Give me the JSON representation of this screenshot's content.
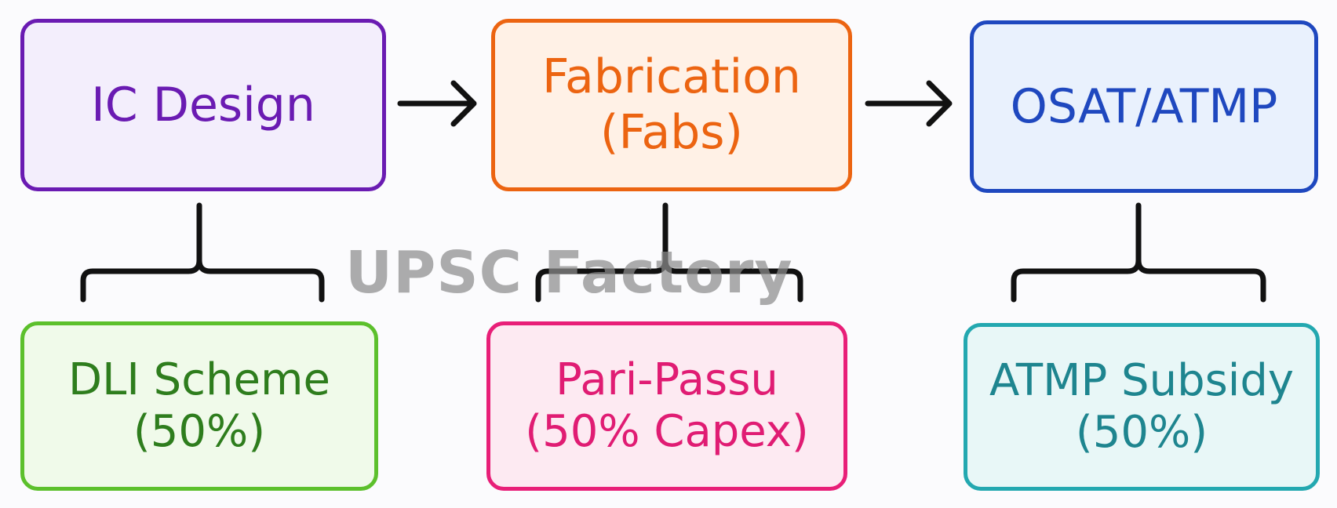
{
  "stages": [
    {
      "label_lines": [
        "IC Design"
      ],
      "border_color": "#6a1bb2",
      "fill_color": "#f3eefc"
    },
    {
      "label_lines": [
        "Fabrication",
        "(Fabs)"
      ],
      "border_color": "#ec6411",
      "fill_color": "#fff1e6"
    },
    {
      "label_lines": [
        "OSAT/ATMP"
      ],
      "border_color": "#1f48bf",
      "fill_color": "#e9f1fd"
    }
  ],
  "schemes": [
    {
      "label_lines": [
        "DLI Scheme",
        "(50%)"
      ],
      "border_color": "#5cc02c",
      "fill_color": "#f0faea"
    },
    {
      "label_lines": [
        "Pari-Passu",
        "(50% Capex)"
      ],
      "border_color": "#e81f78",
      "fill_color": "#fdeaf2"
    },
    {
      "label_lines": [
        "ATMP Subsidy",
        "(50%)"
      ],
      "border_color": "#23a8b0",
      "fill_color": "#e8f7f7"
    }
  ],
  "connector_color": "#111111",
  "watermark": "UPSC Factory"
}
